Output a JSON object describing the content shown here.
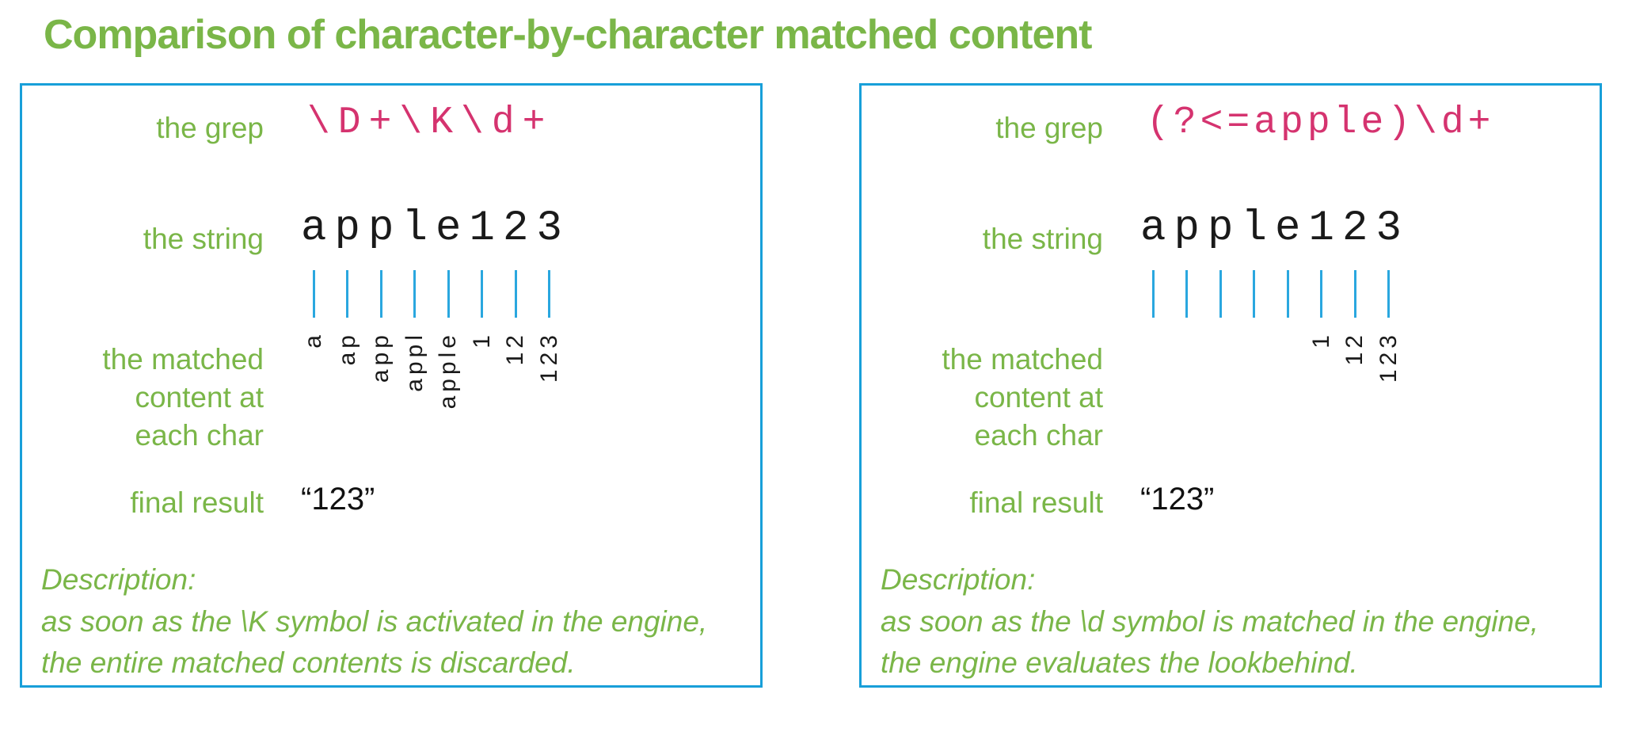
{
  "title": "Comparison of character-by-character matched content",
  "colors": {
    "green": "#7ab648",
    "pink": "#d5336f",
    "box_border_blue": "#189fd9",
    "tick_blue": "#2aa7df",
    "text_black": "#1a1a1a"
  },
  "labels": {
    "grep": "the grep",
    "string": "the string",
    "matched_line1": "the matched",
    "matched_line2": "content at",
    "matched_line3": "each char",
    "final": "final result"
  },
  "panels": {
    "left": {
      "grep": "\\D+\\K\\d+",
      "string_chars": [
        "a",
        "p",
        "p",
        "l",
        "e",
        "1",
        "2",
        "3"
      ],
      "matched": [
        "a",
        "ap",
        "app",
        "appl",
        "apple",
        "1",
        "12",
        "123"
      ],
      "final_result": "“123”",
      "description": [
        "Description:",
        "as soon as the \\K symbol is activated in the engine,",
        "the entire matched contents is discarded."
      ]
    },
    "right": {
      "grep": "(?<=apple)\\d+",
      "string_chars": [
        "a",
        "p",
        "p",
        "l",
        "e",
        "1",
        "2",
        "3"
      ],
      "matched": [
        "",
        "",
        "",
        "",
        "",
        "1",
        "12",
        "123"
      ],
      "final_result": "“123”",
      "description": [
        "Description:",
        "as soon as the \\d symbol is matched in the engine,",
        "the engine evaluates the lookbehind."
      ]
    }
  }
}
